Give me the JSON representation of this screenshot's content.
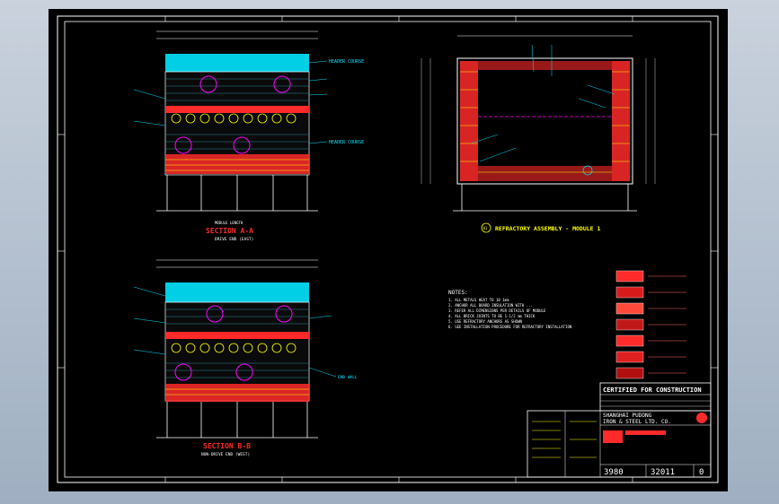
{
  "sections": {
    "a": {
      "title": "SECTION A-A",
      "sub": "DRIVE END (EAST)"
    },
    "b": {
      "title": "SECTION B-B",
      "sub": "NON-DRIVE END (WEST)"
    }
  },
  "refractory": {
    "callout": "01",
    "title": "REFRACTORY ASSEMBLY - MODULE 1"
  },
  "labels": {
    "header_course": "HEADER COURSE",
    "module_length": "MODULE LENGTH",
    "end_wall": "END WALL"
  },
  "notes": {
    "heading": "NOTES:",
    "lines": [
      "1. ALL METALS HEAT TO 10 1mm",
      "2. ANCHOR ALL BOARD INSULATION WITH ...",
      "3. REFER ALL DIMENSIONS PER DETAILS OF MODULE",
      "4. ALL BRICK JOINTS TO BE 1-1/2 mm THICK",
      "5. USE REFRACTORY ANCHORS AS SHOWN",
      "6. SEE INSTALLATION PROCEDURE FOR REFRACTORY INSTALLATION"
    ]
  },
  "certified": "CERTIFIED FOR CONSTRUCTION",
  "company": {
    "line1": "SHANGHAI PUDONG",
    "line2": "IRON & STEEL LTD. CO."
  },
  "drawing_no": {
    "number": "3980",
    "sheet": "32011",
    "rev": "0"
  },
  "colors": {
    "cyan": "#00e5ff",
    "red": "#ff2a2a",
    "yellow": "#ffff00",
    "white": "#ffffff",
    "magenta": "#ff00ff",
    "green": "#00ff00",
    "blue": "#2040ff"
  }
}
